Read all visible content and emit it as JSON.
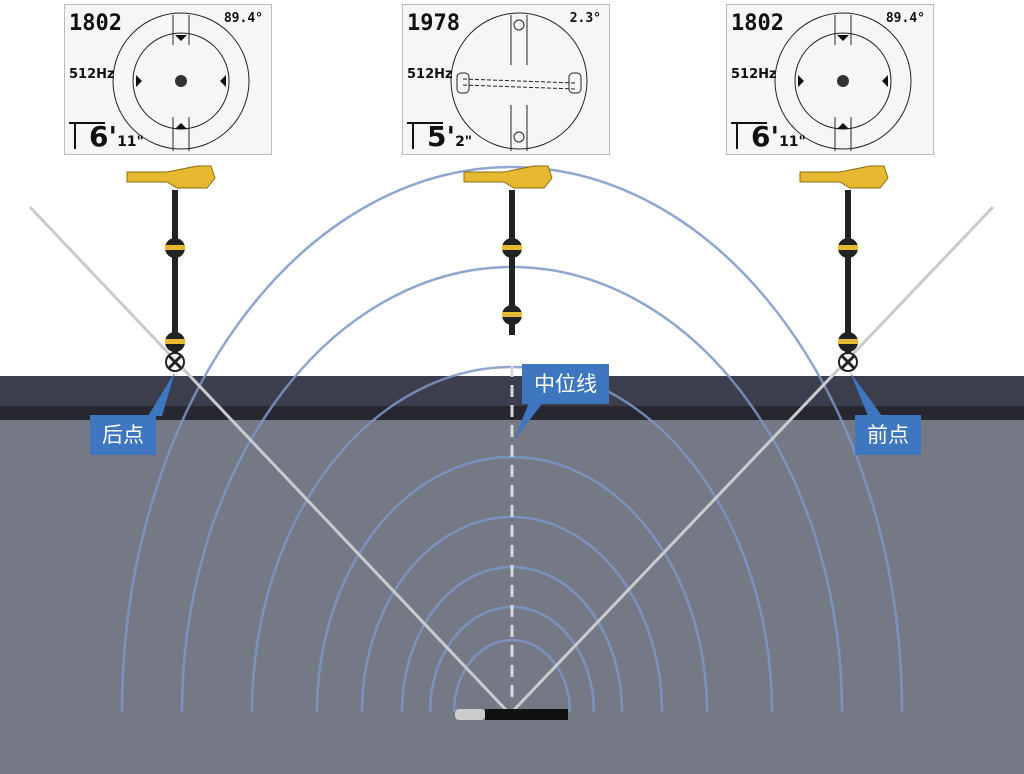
{
  "screens": [
    {
      "signal": "1802",
      "angle": "89.4°",
      "frequency": "512Hz",
      "depth_ft": "6'",
      "depth_in": "11\""
    },
    {
      "signal": "1978",
      "angle": "2.3°",
      "frequency": "512Hz",
      "depth_ft": "5'",
      "depth_in": "2\""
    },
    {
      "signal": "1802",
      "angle": "89.4°",
      "frequency": "512Hz",
      "depth_ft": "6'",
      "depth_in": "11\""
    }
  ],
  "labels": {
    "rear_point": "后点",
    "midline": "中位线",
    "front_point": "前点"
  },
  "colors": {
    "ground": "#757986",
    "surface": "#3c3e4e",
    "label": "#3e76bf",
    "locator": "#e6b931"
  }
}
